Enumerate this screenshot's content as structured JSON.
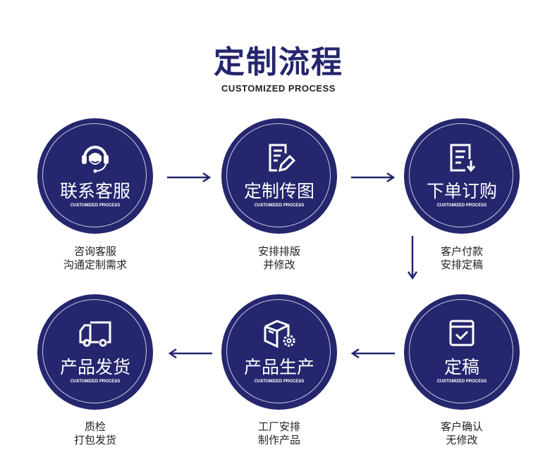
{
  "header": {
    "title": "定制流程",
    "subtitle": "CUSTOMIZED PROCESS"
  },
  "colors": {
    "primary": "#25266e"
  },
  "steps": [
    {
      "label": "联系客服",
      "sub": "CUSTOMIZED PROCESS",
      "desc1": "咨询客服",
      "desc2": "沟通定制需求",
      "icon": "headset-icon"
    },
    {
      "label": "定制传图",
      "sub": "CUSTOMIZED PROCESS",
      "desc1": "安排排版",
      "desc2": "并修改",
      "icon": "document-edit-icon"
    },
    {
      "label": "下单订购",
      "sub": "CUSTOMIZED PROCESS",
      "desc1": "客户付款",
      "desc2": "安排定稿",
      "icon": "document-download-icon"
    },
    {
      "label": "定稿",
      "sub": "CUSTOMIZED PROCESS",
      "desc1": "客户确认",
      "desc2": "无修改",
      "icon": "calendar-check-icon"
    },
    {
      "label": "产品生产",
      "sub": "CUSTOMIZED PROCESS",
      "desc1": "工厂安排",
      "desc2": "制作产品",
      "icon": "box-gear-icon"
    },
    {
      "label": "产品发货",
      "sub": "CUSTOMIZED PROCESS",
      "desc1": "质检",
      "desc2": "打包发货",
      "icon": "truck-icon"
    }
  ]
}
